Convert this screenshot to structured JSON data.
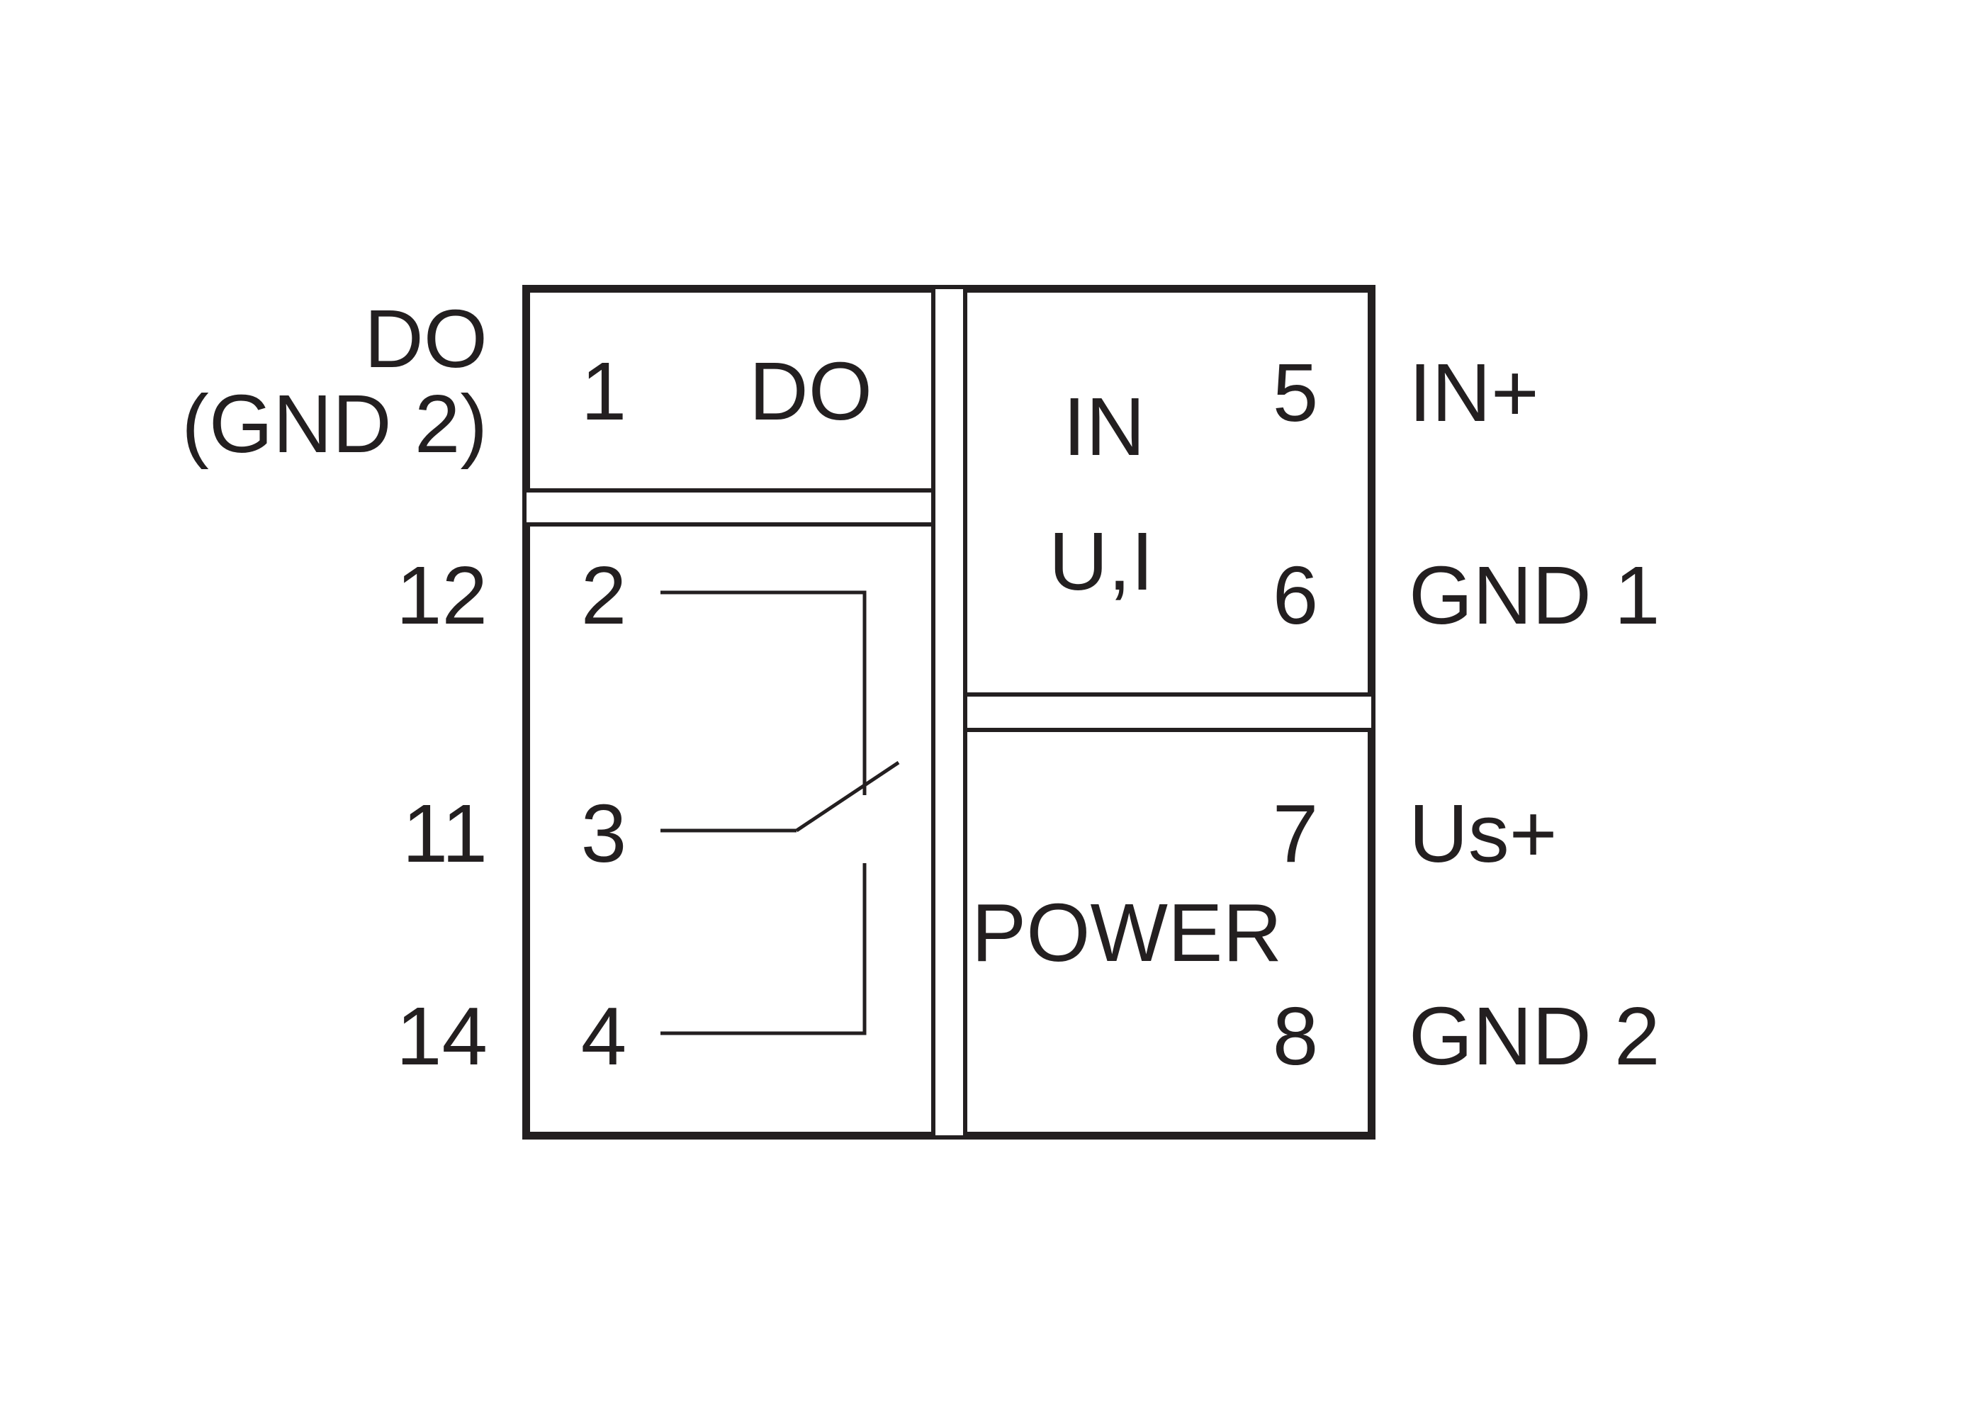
{
  "left_labels": {
    "do_top": "DO",
    "do_bottom": "(GND 2)",
    "nc": "12",
    "com": "11",
    "no": "14"
  },
  "do_block": {
    "terminal": "1",
    "label": "DO"
  },
  "relay_block": {
    "terminal_a": "2",
    "terminal_b": "3",
    "terminal_c": "4"
  },
  "input_block": {
    "label_top": "IN",
    "label_bottom": "U,I",
    "terminal_a": "5",
    "terminal_b": "6"
  },
  "power_block": {
    "label": "POWER",
    "terminal_a": "7",
    "terminal_b": "8"
  },
  "right_labels": {
    "in_plus": "IN+",
    "gnd1": "GND 1",
    "us_plus": "Us+",
    "gnd2": "GND 2"
  }
}
